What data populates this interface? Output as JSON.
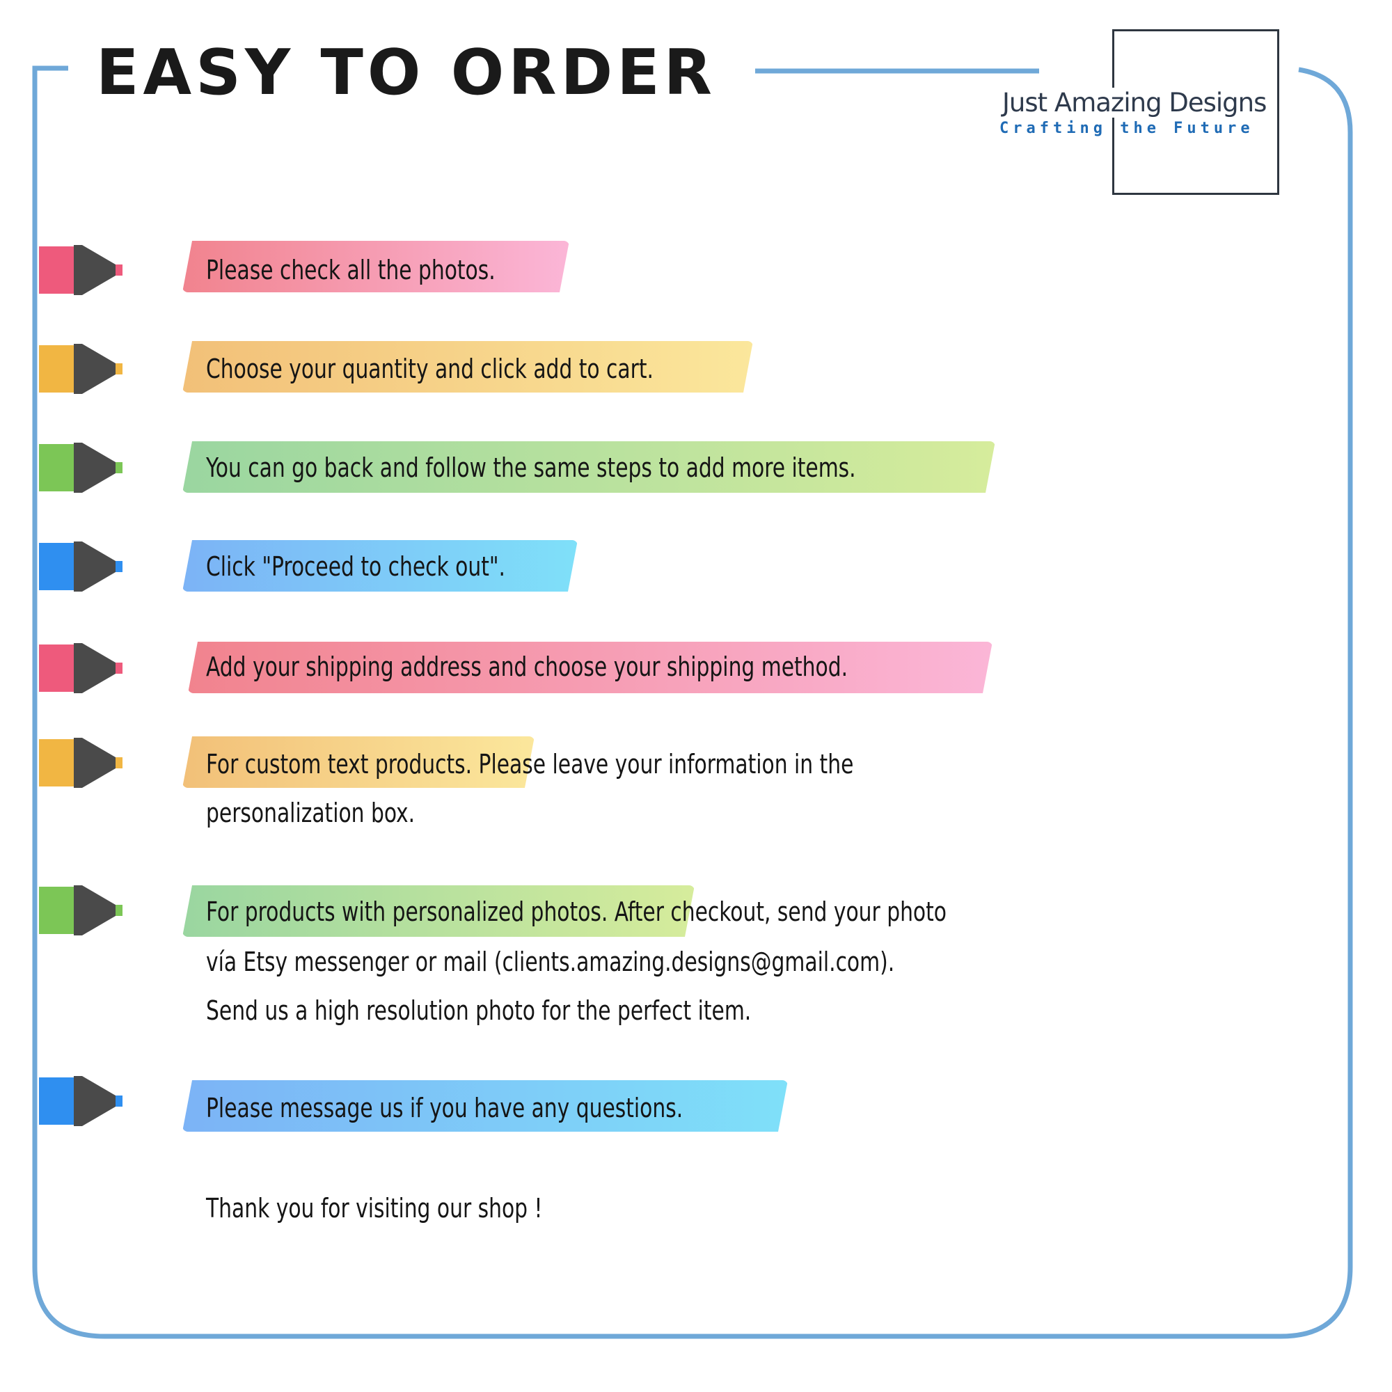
{
  "header": {
    "title": "EASY TO ORDER"
  },
  "logo": {
    "name": "Just Amazing Designs",
    "tagline": "Crafting the Future"
  },
  "steps": [
    {
      "highlight": "Please check all the photos.",
      "color": "pink"
    },
    {
      "highlight": "Choose your quantity and click add to cart.",
      "color": "orange"
    },
    {
      "highlight": "You can go back and follow the same steps to add more items.",
      "color": "green"
    },
    {
      "highlight": "Click \"Proceed to check out\".",
      "color": "blue"
    },
    {
      "highlight": "Add your shipping address and choose your shipping method.",
      "color": "pink"
    },
    {
      "highlight": "For custom text products.",
      "rest": "Please leave your information in the",
      "line2": "personalization box.",
      "color": "orange"
    },
    {
      "highlight": "For products with personalized photos.",
      "rest": "After checkout, send your photo",
      "line2": "vía Etsy messenger or mail (clients.amazing.designs@gmail.com).",
      "line3": "Send us a high resolution photo for  the perfect item.",
      "color": "green"
    },
    {
      "highlight": "Please message us if you have any questions.",
      "color": "blue"
    }
  ],
  "footer": {
    "thanks": "Thank you for visiting our shop !"
  },
  "colors": {
    "frame": "#6fa8d8",
    "pink": "#f1838e",
    "orange": "#f2c078",
    "green": "#9ad6a0",
    "blue": "#7cb3f6"
  },
  "icons": [
    "highlighter-marker-icon"
  ]
}
